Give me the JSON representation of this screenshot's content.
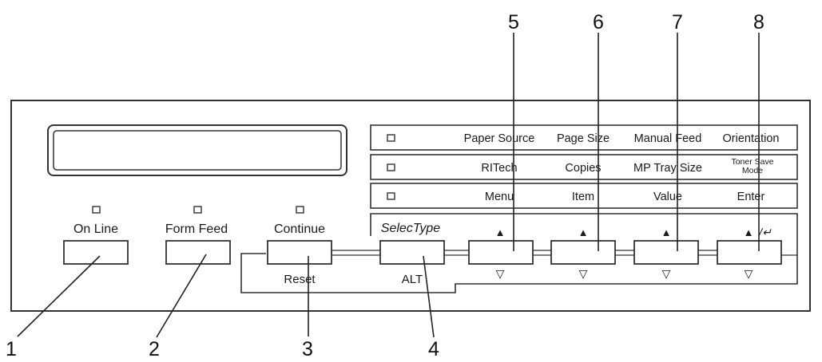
{
  "buttons": {
    "on_line": "On Line",
    "form_feed": "Form Feed",
    "continue": "Continue",
    "reset": "Reset",
    "selectype": "SelecType",
    "alt": "ALT",
    "up_arrow": "▲",
    "down_arrow": "▽",
    "enter_symbol": "/↵"
  },
  "rows": [
    {
      "labels": [
        "Paper Source",
        "Page Size",
        "Manual Feed",
        "Orientation"
      ]
    },
    {
      "labels": [
        "RITech",
        "Copies",
        "MP Tray Size"
      ],
      "last_line1": "Toner Save",
      "last_line2": "Mode"
    },
    {
      "labels": [
        "Menu",
        "Item",
        "Value",
        "Enter"
      ]
    }
  ],
  "callouts": {
    "bottom": [
      "1",
      "2",
      "3",
      "4"
    ],
    "top": [
      "5",
      "6",
      "7",
      "8"
    ]
  }
}
